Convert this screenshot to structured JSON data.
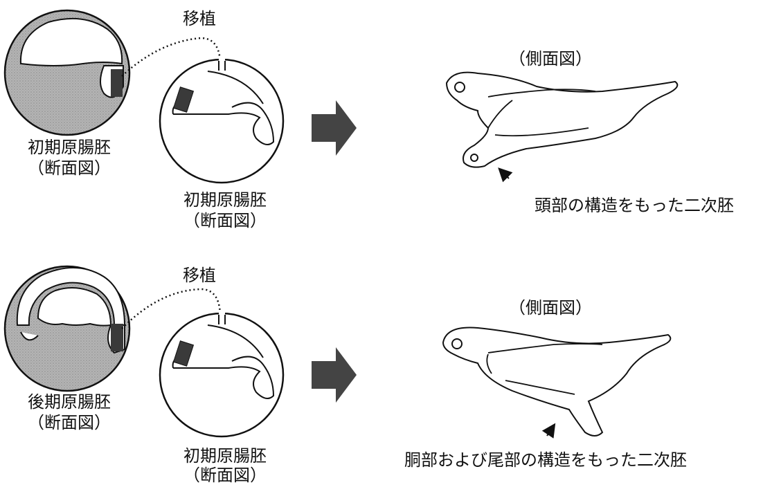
{
  "top": {
    "transplant_label": "移植",
    "donor_label_line1": "初期原腸胚",
    "donor_label_line2": "（断面図）",
    "host_label_line1": "初期原腸胚",
    "host_label_line2": "（断面図）",
    "side_view_label": "（側面図）",
    "result_label": "頭部の構造をもった二次胚"
  },
  "bottom": {
    "transplant_label": "移植",
    "donor_label_line1": "後期原腸胚",
    "donor_label_line2": "（断面図）",
    "host_label_line1": "初期原腸胚",
    "host_label_line2": "（断面図）",
    "side_view_label": "（側面図）",
    "result_label": "胴部および尾部の構造をもった二次胚"
  },
  "colors": {
    "ink": "#111111",
    "shade": "#a8a8a8",
    "graft": "#3a3a3a"
  }
}
